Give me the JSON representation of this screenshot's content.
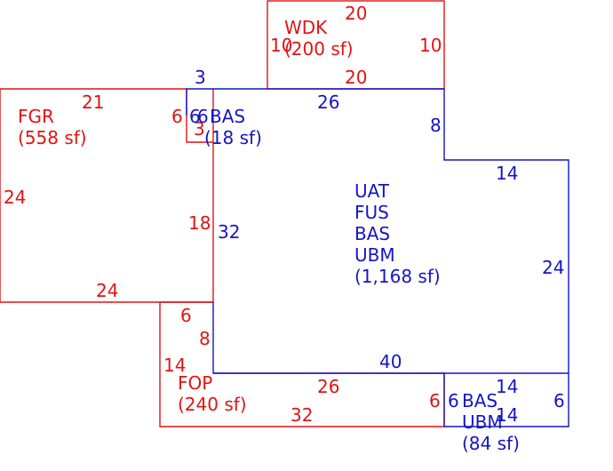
{
  "colors": {
    "red": "#e01414",
    "blue": "#1414c8",
    "background": "#ffffff"
  },
  "areas": {
    "wdk": {
      "code": "WDK",
      "area": "(200 sf)"
    },
    "fgr": {
      "code": "FGR",
      "area": "(558 sf)"
    },
    "bas_small": {
      "code": "BAS",
      "area": "(18 sf)"
    },
    "main": {
      "codes": [
        "UAT",
        "FUS",
        "BAS",
        "UBM"
      ],
      "area": "(1,168 sf)"
    },
    "fop": {
      "code": "FOP",
      "area": "(240 sf)"
    },
    "bas_bottom": {
      "codes": [
        "BAS",
        "UBM"
      ],
      "area": "(84 sf)"
    }
  },
  "dimensions": {
    "wdk_top": "20",
    "wdk_left": "10",
    "wdk_right": "10",
    "wdk_bottom": "20",
    "fgr_top": "21",
    "fgr_left": "24",
    "fgr_bottom": "24",
    "fgr_right": "18",
    "fgr_notch_a": "6",
    "fgr_notch_b": "3",
    "bas_small_top": "3",
    "bas_small_a": "6",
    "bas_small_b": "6",
    "main_top": "26",
    "main_right_upper": "8",
    "main_step": "14",
    "main_right": "24",
    "main_left": "32",
    "main_bottom": "40",
    "fop_top": "6",
    "fop_inner": "8",
    "fop_left": "14",
    "fop_mid": "26",
    "fop_bottom": "32",
    "fop_right": "6",
    "bas_bottom_left": "6",
    "bas_bottom_top": "14",
    "bas_bottom_right": "6",
    "bas_bottom_bottom": "14"
  }
}
